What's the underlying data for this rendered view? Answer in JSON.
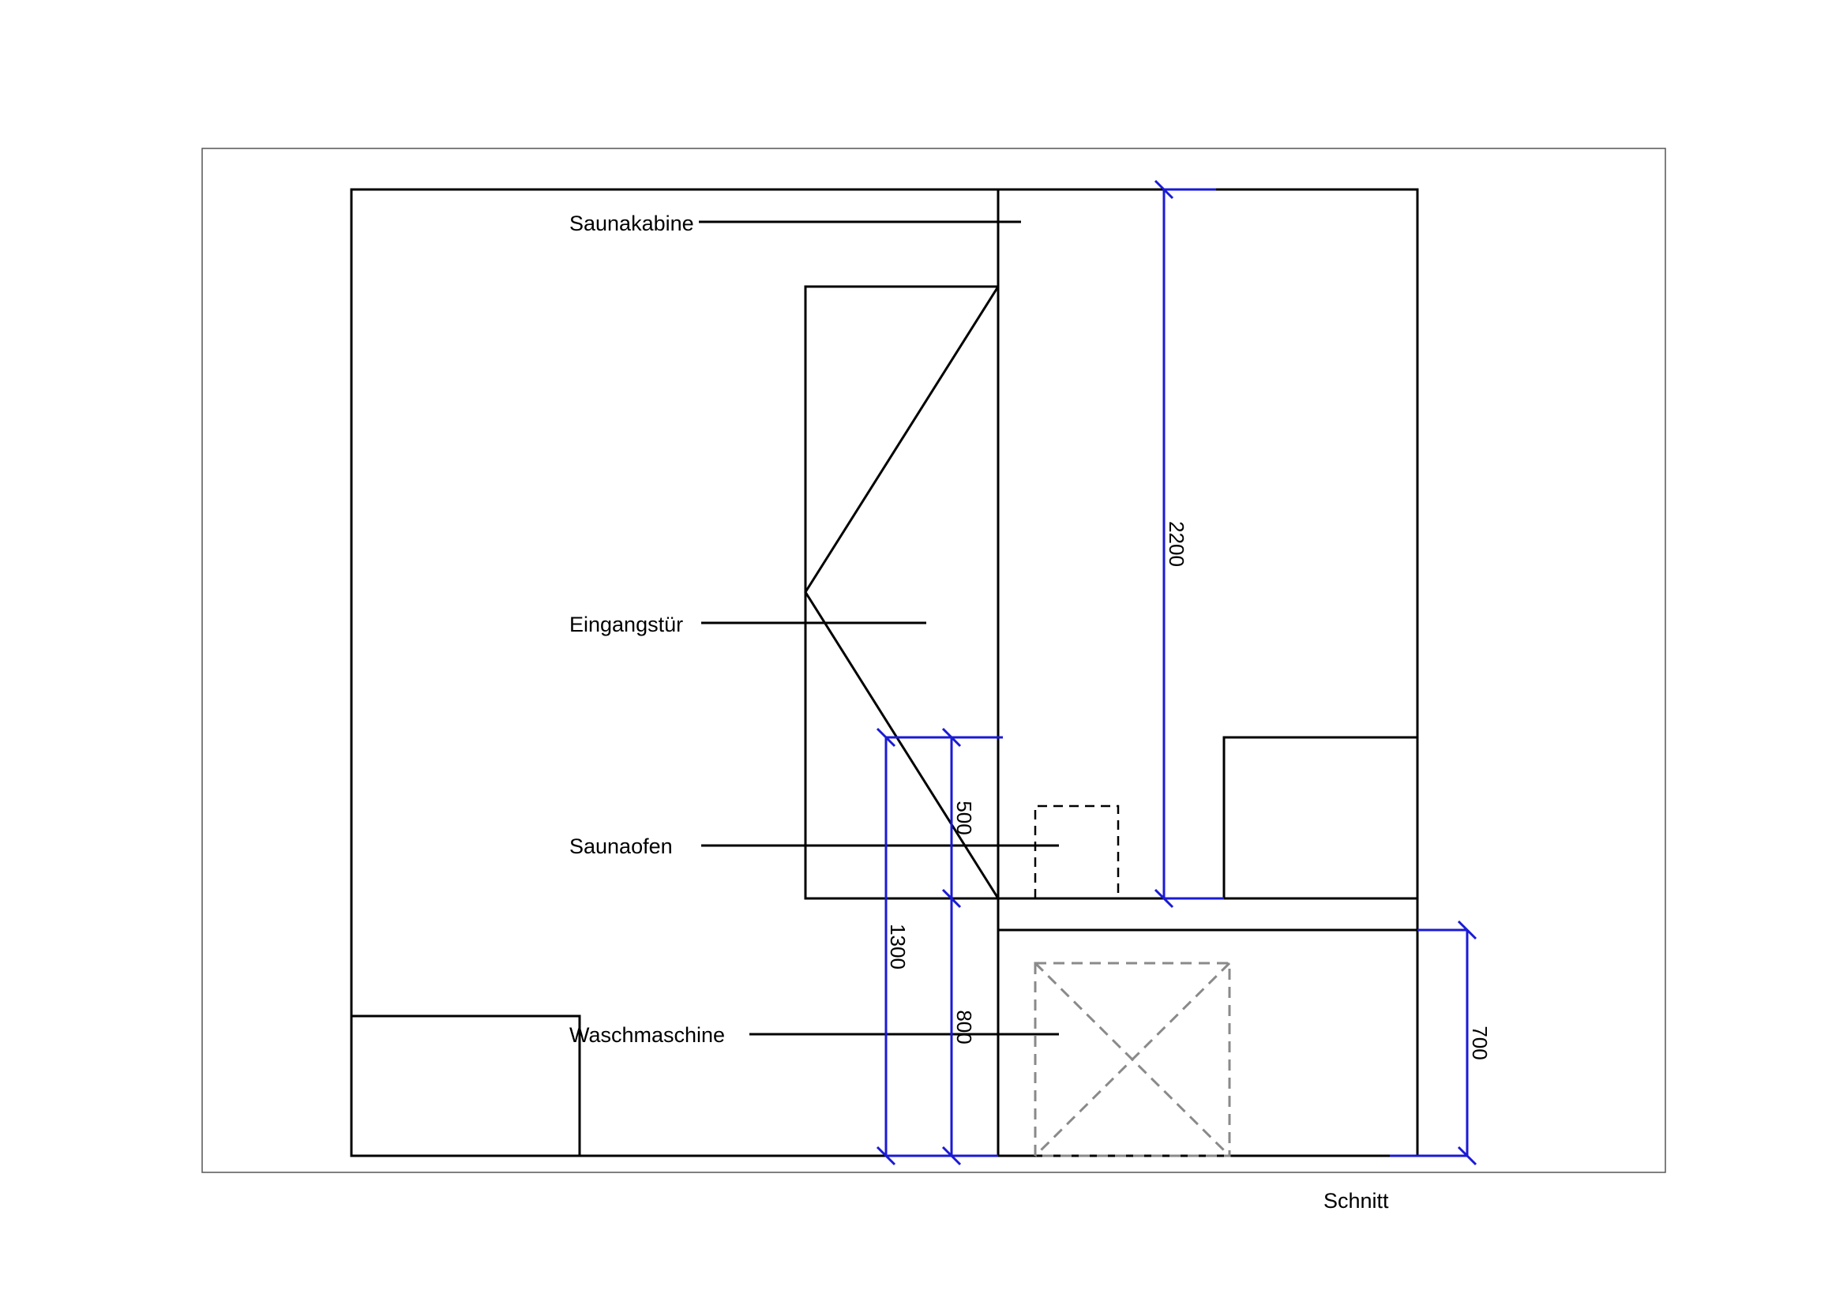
{
  "labels": {
    "saunakabine": "Saunakabine",
    "eingangstuer": "Eingangstür",
    "saunaofen": "Saunaofen",
    "waschmaschine": "Waschmaschine",
    "view_title": "Schnitt"
  },
  "dimensions": {
    "height_2200": "2200",
    "height_500": "500",
    "height_1300": "1300",
    "height_800": "800",
    "height_700": "700"
  },
  "colors": {
    "lines": "#000000",
    "dimension_lines": "#1a1ad6",
    "washer_outline": "#8a8a8a"
  }
}
